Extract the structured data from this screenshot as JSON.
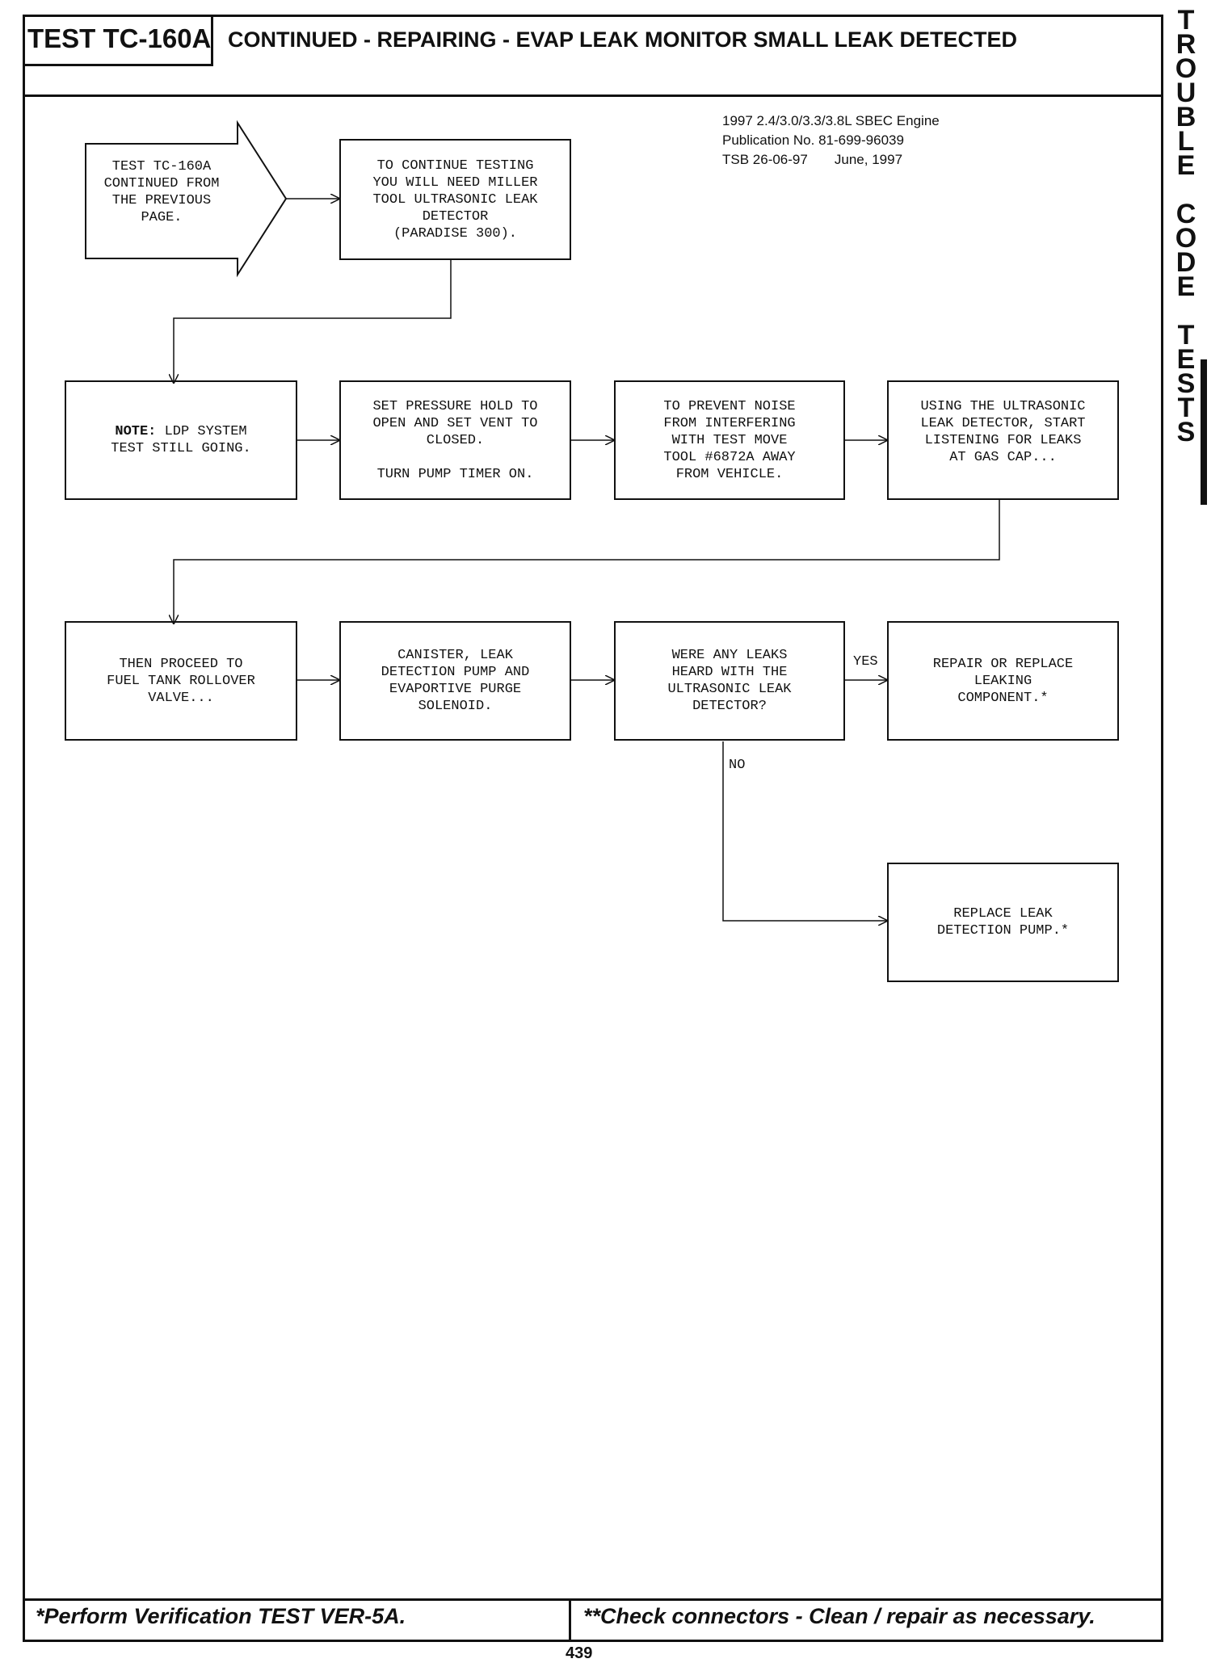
{
  "header": {
    "test_id": "TEST TC-160A",
    "title": "CONTINUED - REPAIRING - EVAP LEAK MONITOR SMALL LEAK DETECTED"
  },
  "publication": {
    "line1": "1997 2.4/3.0/3.3/3.8L SBEC Engine",
    "line2": "Publication No. 81-699-96039",
    "line3": "TSB 26-06-97       June, 1997"
  },
  "side_tab": {
    "word1": [
      "T",
      "R",
      "O",
      "U",
      "B",
      "L",
      "E"
    ],
    "word2": [
      "C",
      "O",
      "D",
      "E"
    ],
    "word3": [
      "T",
      "E",
      "S",
      "T",
      "S"
    ]
  },
  "flow": {
    "start": [
      "TEST TC-160A",
      "CONTINUED FROM",
      "THE PREVIOUS",
      "PAGE."
    ],
    "b1": [
      "TO CONTINUE TESTING",
      "YOU WILL NEED MILLER",
      "TOOL ULTRASONIC LEAK",
      "DETECTOR",
      "(PARADISE 300)."
    ],
    "b2_bold": "NOTE:",
    "b2_rest": " LDP SYSTEM",
    "b2_line2": "TEST STILL GOING.",
    "b3_part1": [
      "SET PRESSURE HOLD TO",
      "OPEN AND SET VENT TO",
      "CLOSED."
    ],
    "b3_part2": "TURN PUMP TIMER ON.",
    "b4": [
      "TO PREVENT NOISE",
      "FROM INTERFERING",
      "WITH TEST MOVE",
      "TOOL #6872A AWAY",
      "FROM VEHICLE."
    ],
    "b5": [
      "USING THE ULTRASONIC",
      "LEAK DETECTOR, START",
      "LISTENING FOR LEAKS",
      "AT GAS CAP..."
    ],
    "b6": [
      "THEN PROCEED TO",
      "FUEL TANK ROLLOVER",
      "VALVE..."
    ],
    "b7": [
      "CANISTER, LEAK",
      "DETECTION PUMP AND",
      "EVAPORTIVE PURGE",
      "SOLENOID."
    ],
    "b8": [
      "WERE ANY LEAKS",
      "HEARD WITH THE",
      "ULTRASONIC LEAK",
      "DETECTOR?"
    ],
    "b9": [
      "REPAIR OR REPLACE",
      "LEAKING",
      "COMPONENT.*"
    ],
    "b10": [
      "REPLACE LEAK",
      "DETECTION PUMP.*"
    ],
    "yes_label": "YES",
    "no_label": "NO"
  },
  "footer": {
    "left": "*Perform Verification TEST VER-5A.",
    "right": "**Check connectors - Clean / repair as necessary.",
    "page_number": "439"
  }
}
